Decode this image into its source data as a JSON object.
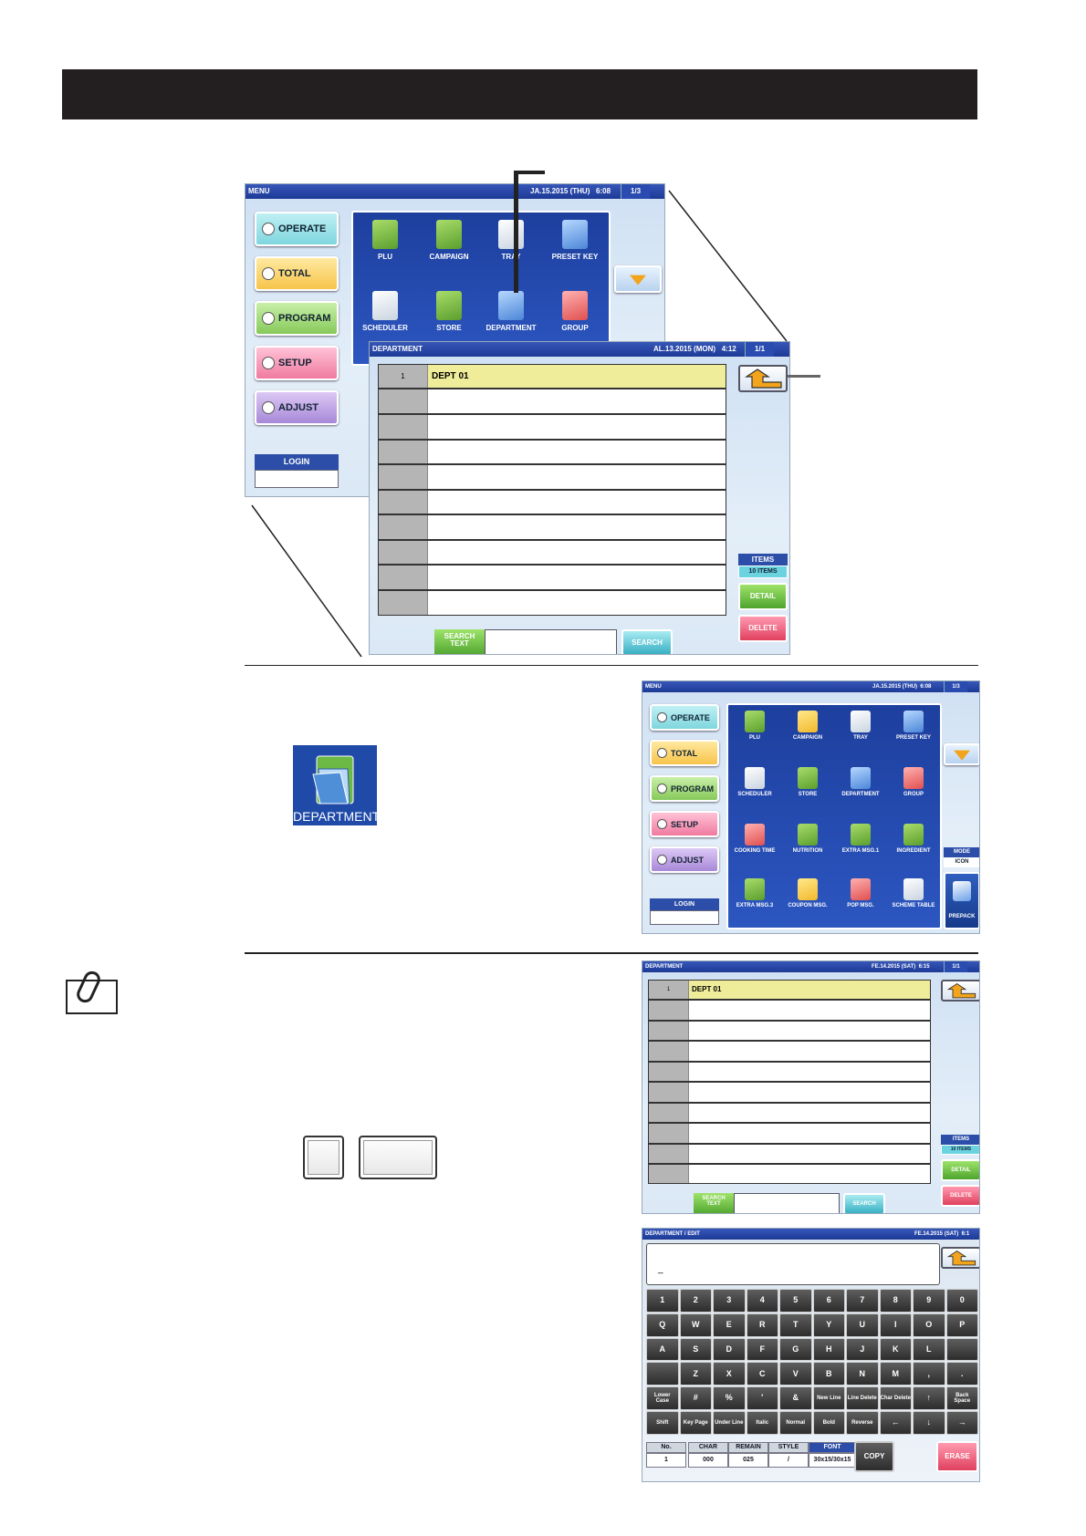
{
  "menu": {
    "title": "MENU",
    "date": "JA.15.2015 (THU)",
    "time": "6:08",
    "page": "1/3",
    "buttons": [
      "OPERATE",
      "TOTAL",
      "PROGRAM",
      "SETUP",
      "ADJUST"
    ],
    "login_label": "LOGIN",
    "icons_top": [
      "PLU",
      "CAMPAIGN",
      "TRAY",
      "PRESET KEY",
      "SCHEDULER",
      "STORE",
      "DEPARTMENT",
      "GROUP"
    ],
    "icons_full": [
      "PLU",
      "CAMPAIGN",
      "TRAY",
      "PRESET KEY",
      "SCHEDULER",
      "STORE",
      "DEPARTMENT",
      "GROUP",
      "COOKING TIME",
      "NUTRITION",
      "EXTRA MSG.1",
      "INGREDIENT",
      "EXTRA MSG.3",
      "COUPON MSG.",
      "POP MSG.",
      "SCHEME TABLE"
    ],
    "mode_label": "MODE",
    "mode_value": "ICON",
    "prepack_label": "PREPACK"
  },
  "department_screen_1": {
    "title": "DEPARTMENT",
    "date": "AL.13.2015 (MON)",
    "time": "4:12",
    "page": "1/1",
    "rows": [
      {
        "num": "1",
        "name": "DEPT 01"
      }
    ],
    "items_label": "ITEMS",
    "items_value": "10 ITEMS",
    "detail_label": "DETAIL",
    "delete_label": "DELETE",
    "search_text_label": "SEARCH TEXT",
    "search_button": "SEARCH"
  },
  "department_screen_2": {
    "title": "DEPARTMENT",
    "date": "FE.14.2015 (SAT)",
    "time": "6:15",
    "page": "1/1",
    "rows": [
      {
        "num": "1",
        "name": "DEPT 01"
      }
    ],
    "items_label": "ITEMS",
    "items_value": "10 ITEMS",
    "detail_label": "DETAIL",
    "delete_label": "DELETE",
    "search_text_label": "SEARCH TEXT",
    "search_button": "SEARCH"
  },
  "department_icon": {
    "label": "DEPARTMENT"
  },
  "edit_screen": {
    "title": "DEPARTMENT / EDIT",
    "date": "FE.14.2015 (SAT)",
    "time": "6:1",
    "cursor": "_",
    "keys_row1": [
      "1",
      "2",
      "3",
      "4",
      "5",
      "6",
      "7",
      "8",
      "9",
      "0"
    ],
    "keys_row2": [
      "Q",
      "W",
      "E",
      "R",
      "T",
      "Y",
      "U",
      "I",
      "O",
      "P"
    ],
    "keys_row3": [
      "A",
      "S",
      "D",
      "F",
      "G",
      "H",
      "J",
      "K",
      "L",
      ""
    ],
    "keys_row4": [
      "",
      "Z",
      "X",
      "C",
      "V",
      "B",
      "N",
      "M",
      ",",
      "."
    ],
    "keys_row5": [
      "Lower Case",
      "#",
      "%",
      "'",
      "&",
      "New Line",
      "Line Delete",
      "Char Delete",
      "↑",
      "Back Space"
    ],
    "keys_row6": [
      "Shift",
      "Key Page",
      "Under Line",
      "Italic",
      "Normal",
      "Bold",
      "Reverse",
      "←",
      "↓",
      "→"
    ],
    "status_headers": [
      "No.",
      "CHAR",
      "REMAIN",
      "STYLE",
      "FONT"
    ],
    "status_values": [
      "1",
      "000",
      "025",
      "/",
      "30x15/30x15"
    ],
    "copy_label": "COPY",
    "erase_label": "ERASE"
  }
}
